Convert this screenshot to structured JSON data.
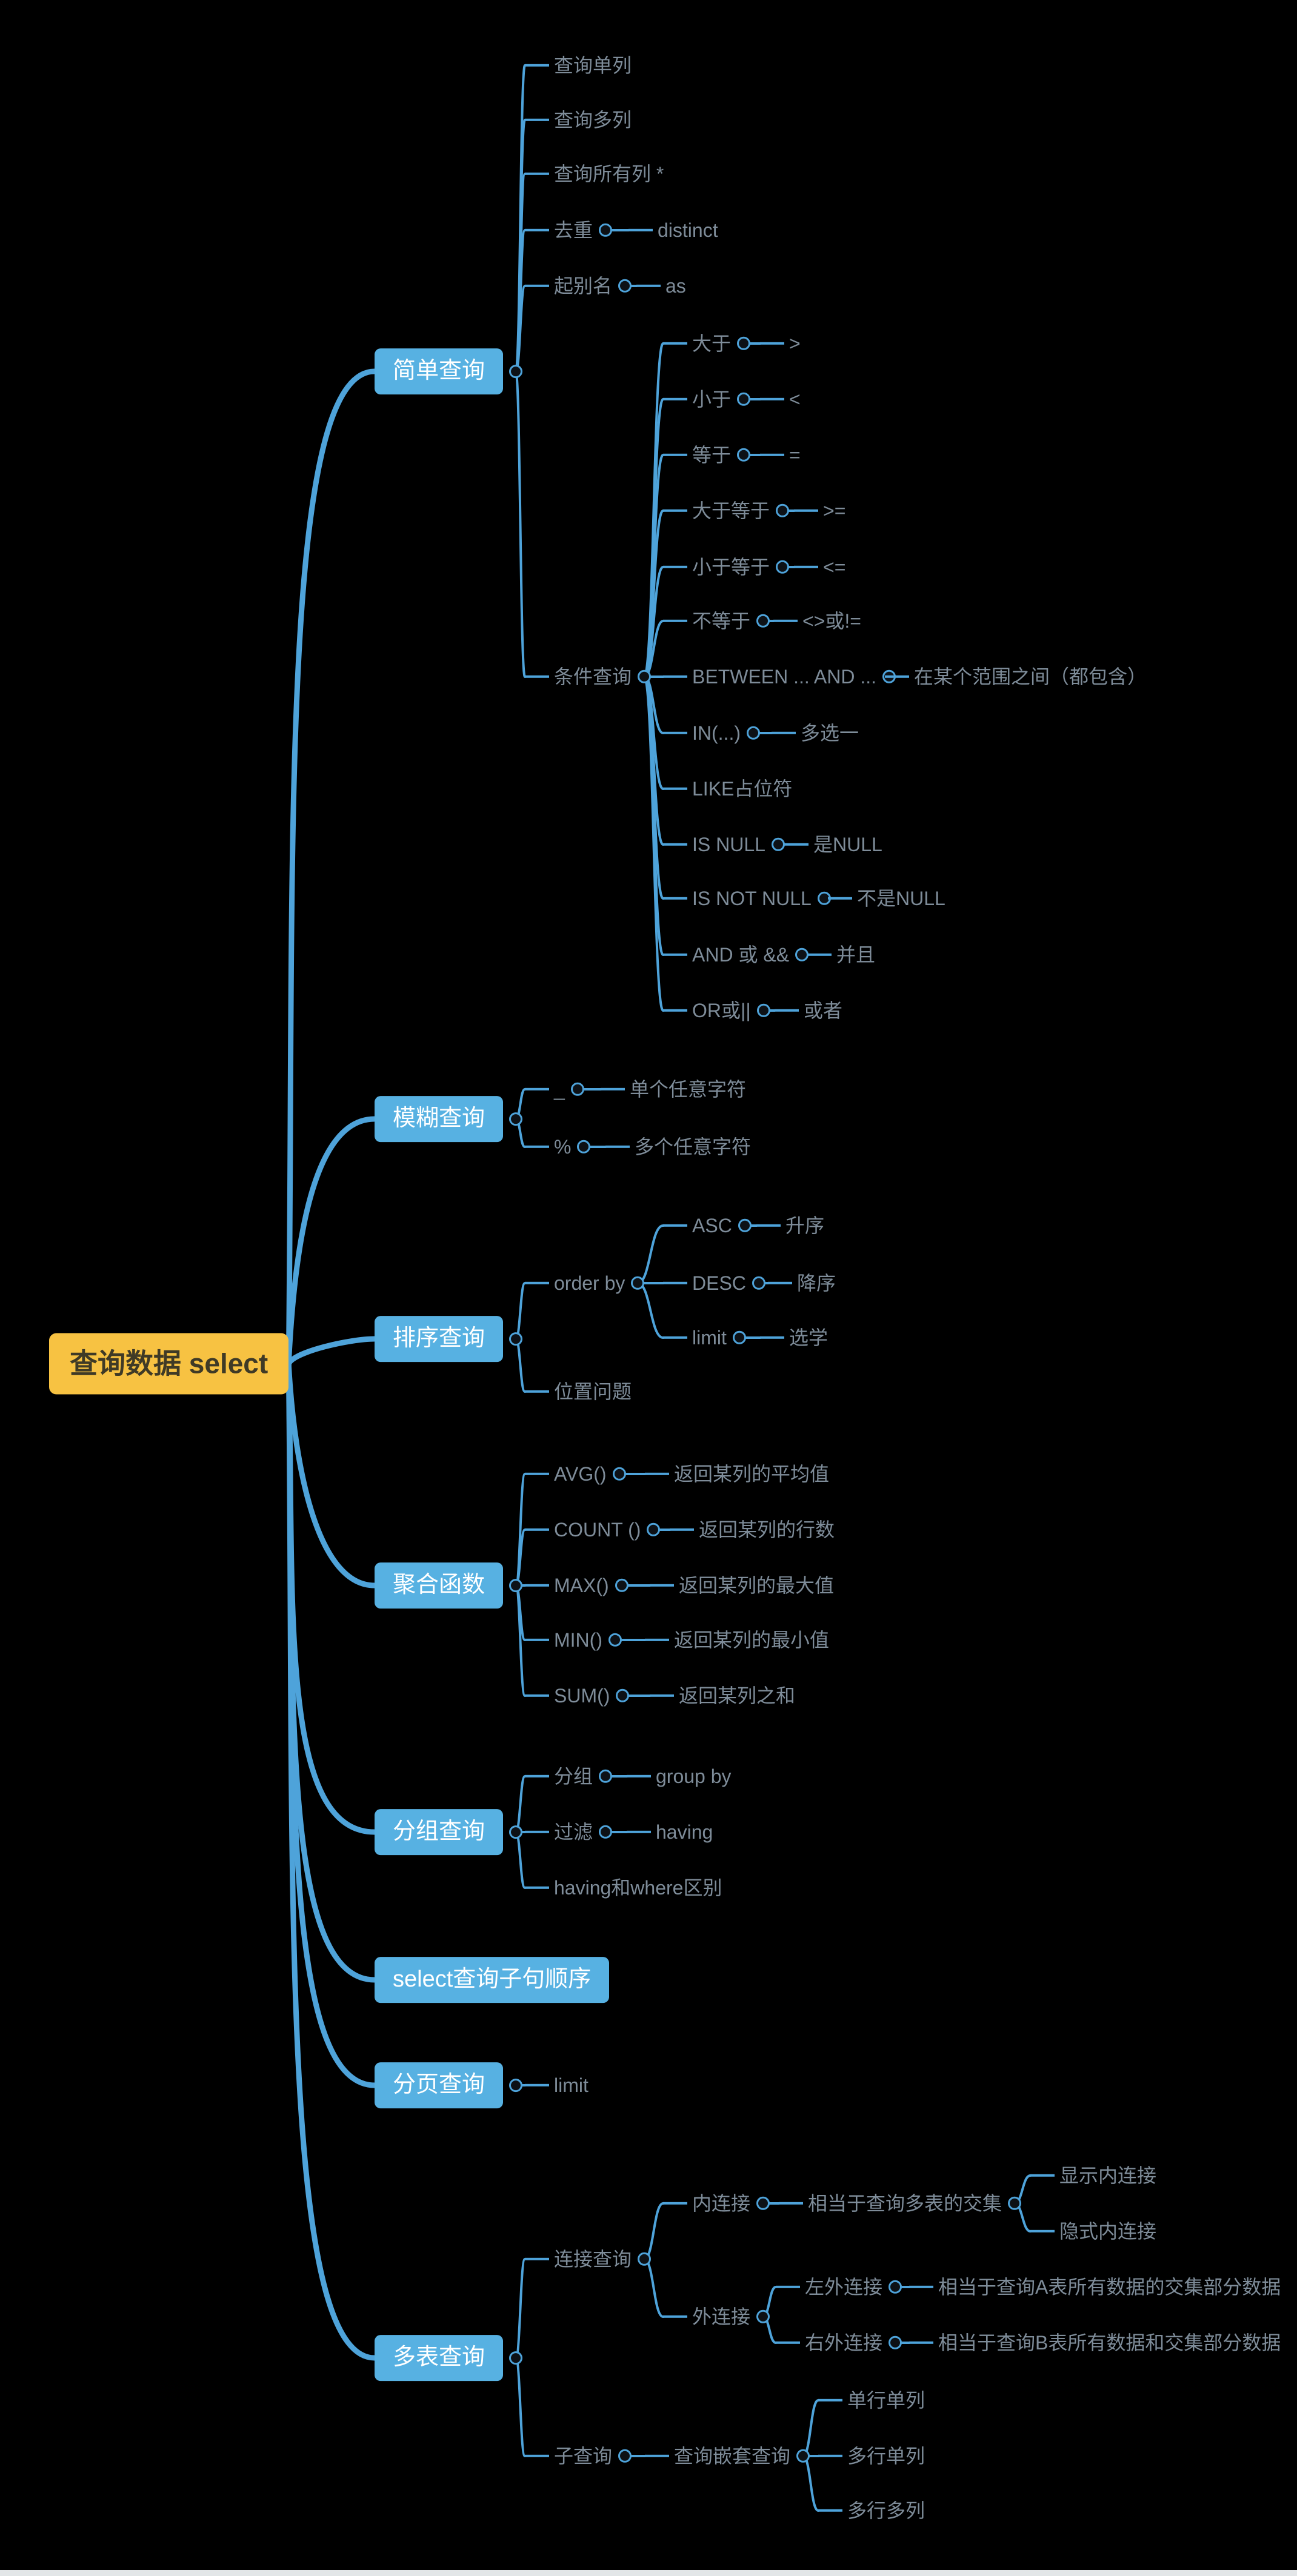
{
  "colors": {
    "background": "#000000",
    "root_fill": "#F7C242",
    "root_text": "#3F3A26",
    "branch_fill": "#57B1E2",
    "branch_text": "#FFFFFF",
    "edge": "#4EA3DA",
    "muted_text": "#7E8C99"
  },
  "map": {
    "root_label": "查询数据 select",
    "branches": [
      {
        "label": "简单查询",
        "children": [
          {
            "label": "查询单列"
          },
          {
            "label": "查询多列"
          },
          {
            "label": "查询所有列 *"
          },
          {
            "label": "去重",
            "children": [
              {
                "label": "distinct"
              }
            ]
          },
          {
            "label": "起别名",
            "children": [
              {
                "label": "as"
              }
            ]
          },
          {
            "label": "条件查询",
            "children": [
              {
                "label": "大于",
                "children": [
                  {
                    "label": ">"
                  }
                ]
              },
              {
                "label": "小于",
                "children": [
                  {
                    "label": "<"
                  }
                ]
              },
              {
                "label": "等于",
                "children": [
                  {
                    "label": "="
                  }
                ]
              },
              {
                "label": "大于等于",
                "children": [
                  {
                    "label": ">="
                  }
                ]
              },
              {
                "label": "小于等于",
                "children": [
                  {
                    "label": "<="
                  }
                ]
              },
              {
                "label": "不等于",
                "children": [
                  {
                    "label": "<>或!="
                  }
                ]
              },
              {
                "label": "BETWEEN ... AND ...",
                "children": [
                  {
                    "label": "在某个范围之间（都包含）"
                  }
                ]
              },
              {
                "label": "IN(...)",
                "children": [
                  {
                    "label": "多选一"
                  }
                ]
              },
              {
                "label": "LIKE占位符"
              },
              {
                "label": "IS NULL",
                "children": [
                  {
                    "label": "是NULL"
                  }
                ]
              },
              {
                "label": "IS NOT NULL",
                "children": [
                  {
                    "label": "不是NULL"
                  }
                ]
              },
              {
                "label": "AND 或 &&",
                "children": [
                  {
                    "label": "并且"
                  }
                ]
              },
              {
                "label": "OR或||",
                "children": [
                  {
                    "label": "或者"
                  }
                ]
              }
            ]
          }
        ]
      },
      {
        "label": "模糊查询",
        "children": [
          {
            "label": "_",
            "children": [
              {
                "label": "单个任意字符"
              }
            ]
          },
          {
            "label": "%",
            "children": [
              {
                "label": "多个任意字符"
              }
            ]
          }
        ]
      },
      {
        "label": "排序查询",
        "children": [
          {
            "label": "order by",
            "children": [
              {
                "label": "ASC",
                "children": [
                  {
                    "label": "升序"
                  }
                ]
              },
              {
                "label": "DESC",
                "children": [
                  {
                    "label": "降序"
                  }
                ]
              },
              {
                "label": "limit",
                "children": [
                  {
                    "label": "选学"
                  }
                ]
              }
            ]
          },
          {
            "label": "位置问题"
          }
        ]
      },
      {
        "label": "聚合函数",
        "children": [
          {
            "label": "AVG()",
            "children": [
              {
                "label": "返回某列的平均值"
              }
            ]
          },
          {
            "label": "COUNT ()",
            "children": [
              {
                "label": "返回某列的行数"
              }
            ]
          },
          {
            "label": "MAX()",
            "children": [
              {
                "label": "返回某列的最大值"
              }
            ]
          },
          {
            "label": "MIN()",
            "children": [
              {
                "label": "返回某列的最小值"
              }
            ]
          },
          {
            "label": "SUM()",
            "children": [
              {
                "label": "返回某列之和"
              }
            ]
          }
        ]
      },
      {
        "label": "分组查询",
        "children": [
          {
            "label": "分组",
            "children": [
              {
                "label": "group by"
              }
            ]
          },
          {
            "label": "过滤",
            "children": [
              {
                "label": "having"
              }
            ]
          },
          {
            "label": "having和where区别"
          }
        ]
      },
      {
        "label": "select查询子句顺序"
      },
      {
        "label": "分页查询",
        "children": [
          {
            "label": "limit"
          }
        ]
      },
      {
        "label": "多表查询",
        "children": [
          {
            "label": "连接查询",
            "children": [
              {
                "label": "内连接",
                "children": [
                  {
                    "label": "相当于查询多表的交集",
                    "children": [
                      {
                        "label": "显示内连接"
                      },
                      {
                        "label": "隐式内连接"
                      }
                    ]
                  }
                ]
              },
              {
                "label": "外连接",
                "children": [
                  {
                    "label": "左外连接",
                    "children": [
                      {
                        "label": "相当于查询A表所有数据的交集部分数据"
                      }
                    ]
                  },
                  {
                    "label": "右外连接",
                    "children": [
                      {
                        "label": "相当于查询B表所有数据和交集部分数据"
                      }
                    ]
                  }
                ]
              }
            ]
          },
          {
            "label": "子查询",
            "children": [
              {
                "label": "查询嵌套查询",
                "children": [
                  {
                    "label": "单行单列"
                  },
                  {
                    "label": "多行单列"
                  },
                  {
                    "label": "多行多列"
                  }
                ]
              }
            ]
          }
        ]
      }
    ]
  }
}
